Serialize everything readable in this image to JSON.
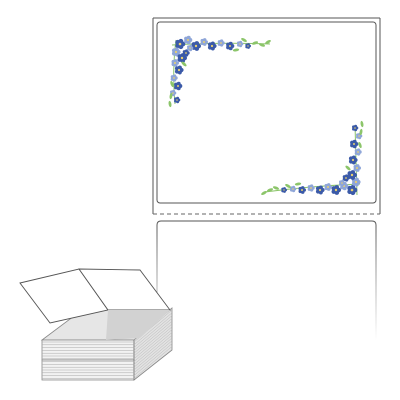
{
  "product": {
    "type": "fanfold-label-stack",
    "pages_visible": 2,
    "perforation": "dashed",
    "label_corner": "rounded"
  },
  "decoration": {
    "motif": "forget-me-not-floral-corners",
    "corners": [
      "top-left",
      "bottom-right"
    ]
  },
  "colors": {
    "background": "#ffffff",
    "label_outline": "#555555",
    "flower_blue_dark": "#3b5aa8",
    "flower_blue_light": "#8fa6d8",
    "flower_center": "#e8d070",
    "leaf_green": "#8cc56a",
    "stack_shadow": "#d2d2d2"
  }
}
